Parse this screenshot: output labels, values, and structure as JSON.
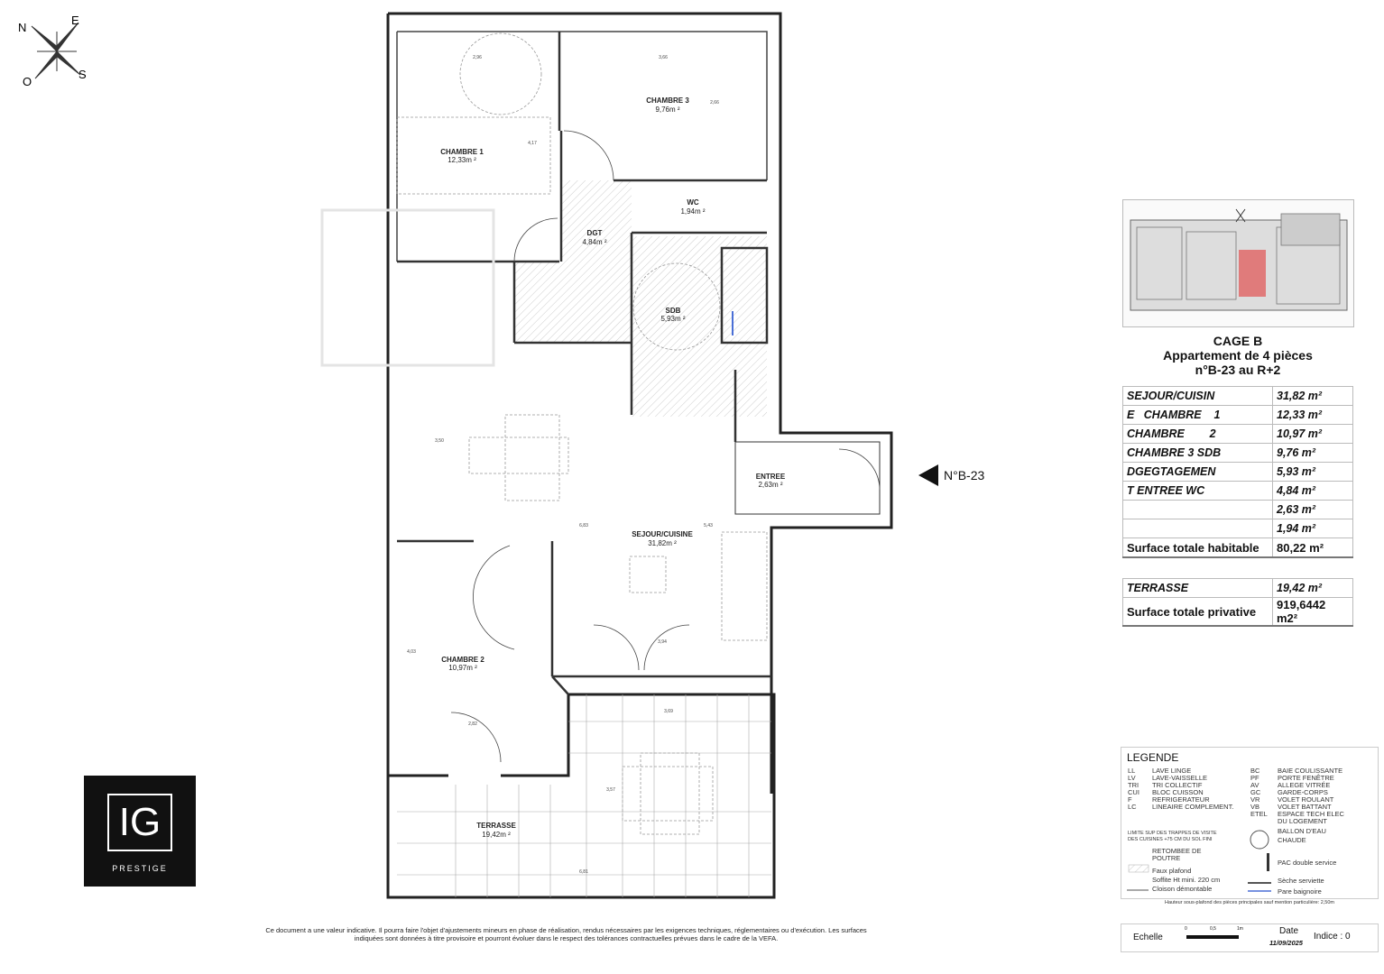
{
  "compass": {
    "n": "N",
    "e": "E",
    "s": "S",
    "o": "O"
  },
  "rooms": {
    "chambre1": {
      "label": "CHAMBRE 1",
      "area": "12,33m ²"
    },
    "chambre3": {
      "label": "CHAMBRE 3",
      "area": "9,76m ²"
    },
    "wc": {
      "label": "WC",
      "area": "1,94m ²"
    },
    "dgt": {
      "label": "DGT",
      "area": "4,84m ²"
    },
    "sdb": {
      "label": "SDB",
      "area": "5,93m ²"
    },
    "entree": {
      "label": "ENTREE",
      "area": "2,63m ²"
    },
    "sejour": {
      "label": "SEJOUR/CUISINE",
      "area": "31,82m ²"
    },
    "chambre2": {
      "label": "CHAMBRE 2",
      "area": "10,97m ²"
    },
    "terrasse": {
      "label": "TERRASSE",
      "area": "19,42m ²"
    }
  },
  "dimensions": {
    "d1": "2,96",
    "d2": "3,66",
    "d3": "4,17",
    "d4": "2,66",
    "d5": "3,50",
    "d6": "6,83",
    "d7": "5,43",
    "d8": "3,94",
    "d9": "4,03",
    "d10": "2,82",
    "d11": "3,69",
    "d12": "3,57",
    "d13": "6,81"
  },
  "unit_marker": "N°B-23",
  "logo": {
    "text": "IG",
    "sub": "PRESTIGE"
  },
  "title": {
    "line1": "CAGE B",
    "line2": "Appartement de 4 pièces",
    "line3": "n°B-23 au R+2"
  },
  "surfaces": {
    "rows": [
      {
        "label": "SEJOUR/CUISIN",
        "value": "31,82 m²"
      },
      {
        "label": "E   CHAMBRE    1",
        "value": "12,33 m²"
      },
      {
        "label": "CHAMBRE        2",
        "value": "10,97 m²"
      },
      {
        "label": "CHAMBRE 3 SDB",
        "value": "9,76 m²"
      },
      {
        "label": "DGEGTAGEMEN",
        "value": "5,93 m²"
      },
      {
        "label": "T ENTREE WC",
        "value": "4,84 m²"
      },
      {
        "label": "",
        "value": "2,63 m²"
      },
      {
        "label": "",
        "value": "1,94 m²"
      }
    ],
    "total_habitable": {
      "label": "Surface totale habitable",
      "value": "80,22 m²"
    },
    "terrasse": {
      "label": "TERRASSE",
      "value": "19,42 m²"
    },
    "total_privative": {
      "label": "Surface totale privative",
      "value": "919,6442 m2²"
    }
  },
  "legend": {
    "title": "LEGENDE",
    "left_codes": "LL\nLV\nTRI\nCUI\nF\nLC",
    "left_labels": "LAVE LINGE\nLAVE-VAISSELLE\nTRI COLLECTIF\nBLOC CUISSON\nREFRIGERATEUR\nLINEAIRE COMPLEMENT.",
    "right_codes": "BC\nPF\nAV\nGC\nVR\nVB\nETEL",
    "right_labels": "BAIE COULISSANTE\nPORTE FENÊTRE\nALLEGE VITRÉE\nGARDE-CORPS\nVOLET ROULANT\nVOLET BATTANT\nESPACE TECH ELEC\nDU LOGEMENT",
    "trappes": "LIMITE SUP DES TRAPPES DE VISITE\nDES CUISINES +75 CM DU SOL FINI",
    "retombee": "RETOMBEE DE\nPOUTRE",
    "faux_plafond": "Faux plafond\nSoffite Ht mini. 220 cm",
    "cloison": "Cloison démontable",
    "ballon": "BALLON D'EAU\nCHAUDE",
    "pac": "PAC double service",
    "seche": "Sèche serviette",
    "pare": "Pare baignoire",
    "hauteur": "Hauteur sous-plafond des pièces principales sauf mention particulière: 2,50m"
  },
  "scale": {
    "label": "Echelle",
    "t0": "0",
    "t1": "0,5",
    "t2": "1m",
    "date_label": "Date",
    "date": "11/09/2025",
    "indice": "Indice : 0"
  },
  "disclaimer": "Ce document a une valeur indicative. Il pourra faire l'objet d'ajustements mineurs en phase de réalisation, rendus nécessaires par les exigences techniques, réglementaires ou d'exécution. Les surfaces indiquées sont données à titre provisoire et pourront évoluer dans le respect des tolérances contractuelles prévues dans le cadre de la VEFA.",
  "colors": {
    "highlight": "#e07b7b",
    "pare_baignoire": "#4a6fd6"
  }
}
